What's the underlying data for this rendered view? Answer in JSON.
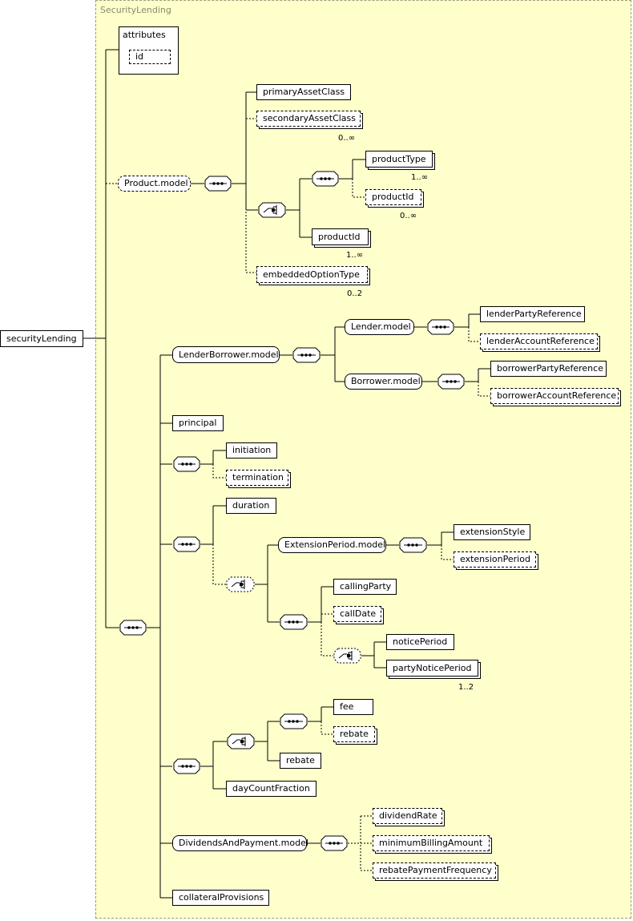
{
  "frame_title": "SecurityLending",
  "root": "securityLending",
  "attributes": {
    "title": "attributes",
    "id": "id"
  },
  "elements": {
    "primaryAssetClass": "primaryAssetClass",
    "secondaryAssetClass": "secondaryAssetClass",
    "productModel": "Product.model",
    "productType": "productType",
    "productIdOpt": "productId",
    "productId": "productId",
    "embeddedOptionType": "embeddedOptionType",
    "lenderModel": "Lender.model",
    "lenderPartyReference": "lenderPartyReference",
    "lenderAccountReference": "lenderAccountReference",
    "lenderBorrowerModel": "LenderBorrower.model",
    "borrowerModel": "Borrower.model",
    "borrowerPartyReference": "borrowerPartyReference",
    "borrowerAccountReference": "borrowerAccountReference",
    "principal": "principal",
    "initiation": "initiation",
    "termination": "termination",
    "duration": "duration",
    "extensionPeriodModel": "ExtensionPeriod.model",
    "extensionStyle": "extensionStyle",
    "extensionPeriod": "extensionPeriod",
    "callingParty": "callingParty",
    "callDate": "callDate",
    "noticePeriod": "noticePeriod",
    "partyNoticePeriod": "partyNoticePeriod",
    "fee": "fee",
    "rebateOpt": "rebate",
    "rebate": "rebate",
    "dayCountFraction": "dayCountFraction",
    "dividendsAndPaymentModel": "DividendsAndPayment.model",
    "dividendRate": "dividendRate",
    "minimumBillingAmount": "minimumBillingAmount",
    "rebatePaymentFrequency": "rebatePaymentFrequency",
    "collateralProvisions": "collateralProvisions"
  },
  "cardinalities": {
    "secondaryAssetClass": "0..∞",
    "productType": "1..∞",
    "productIdOpt": "0..∞",
    "productId": "1..∞",
    "embeddedOptionType": "0..2",
    "partyNoticePeriod": "1..2"
  },
  "colors": {
    "frame_bg": "#ffffcc",
    "frame_border": "#9a9a7a",
    "title": "#8a8a6a"
  }
}
